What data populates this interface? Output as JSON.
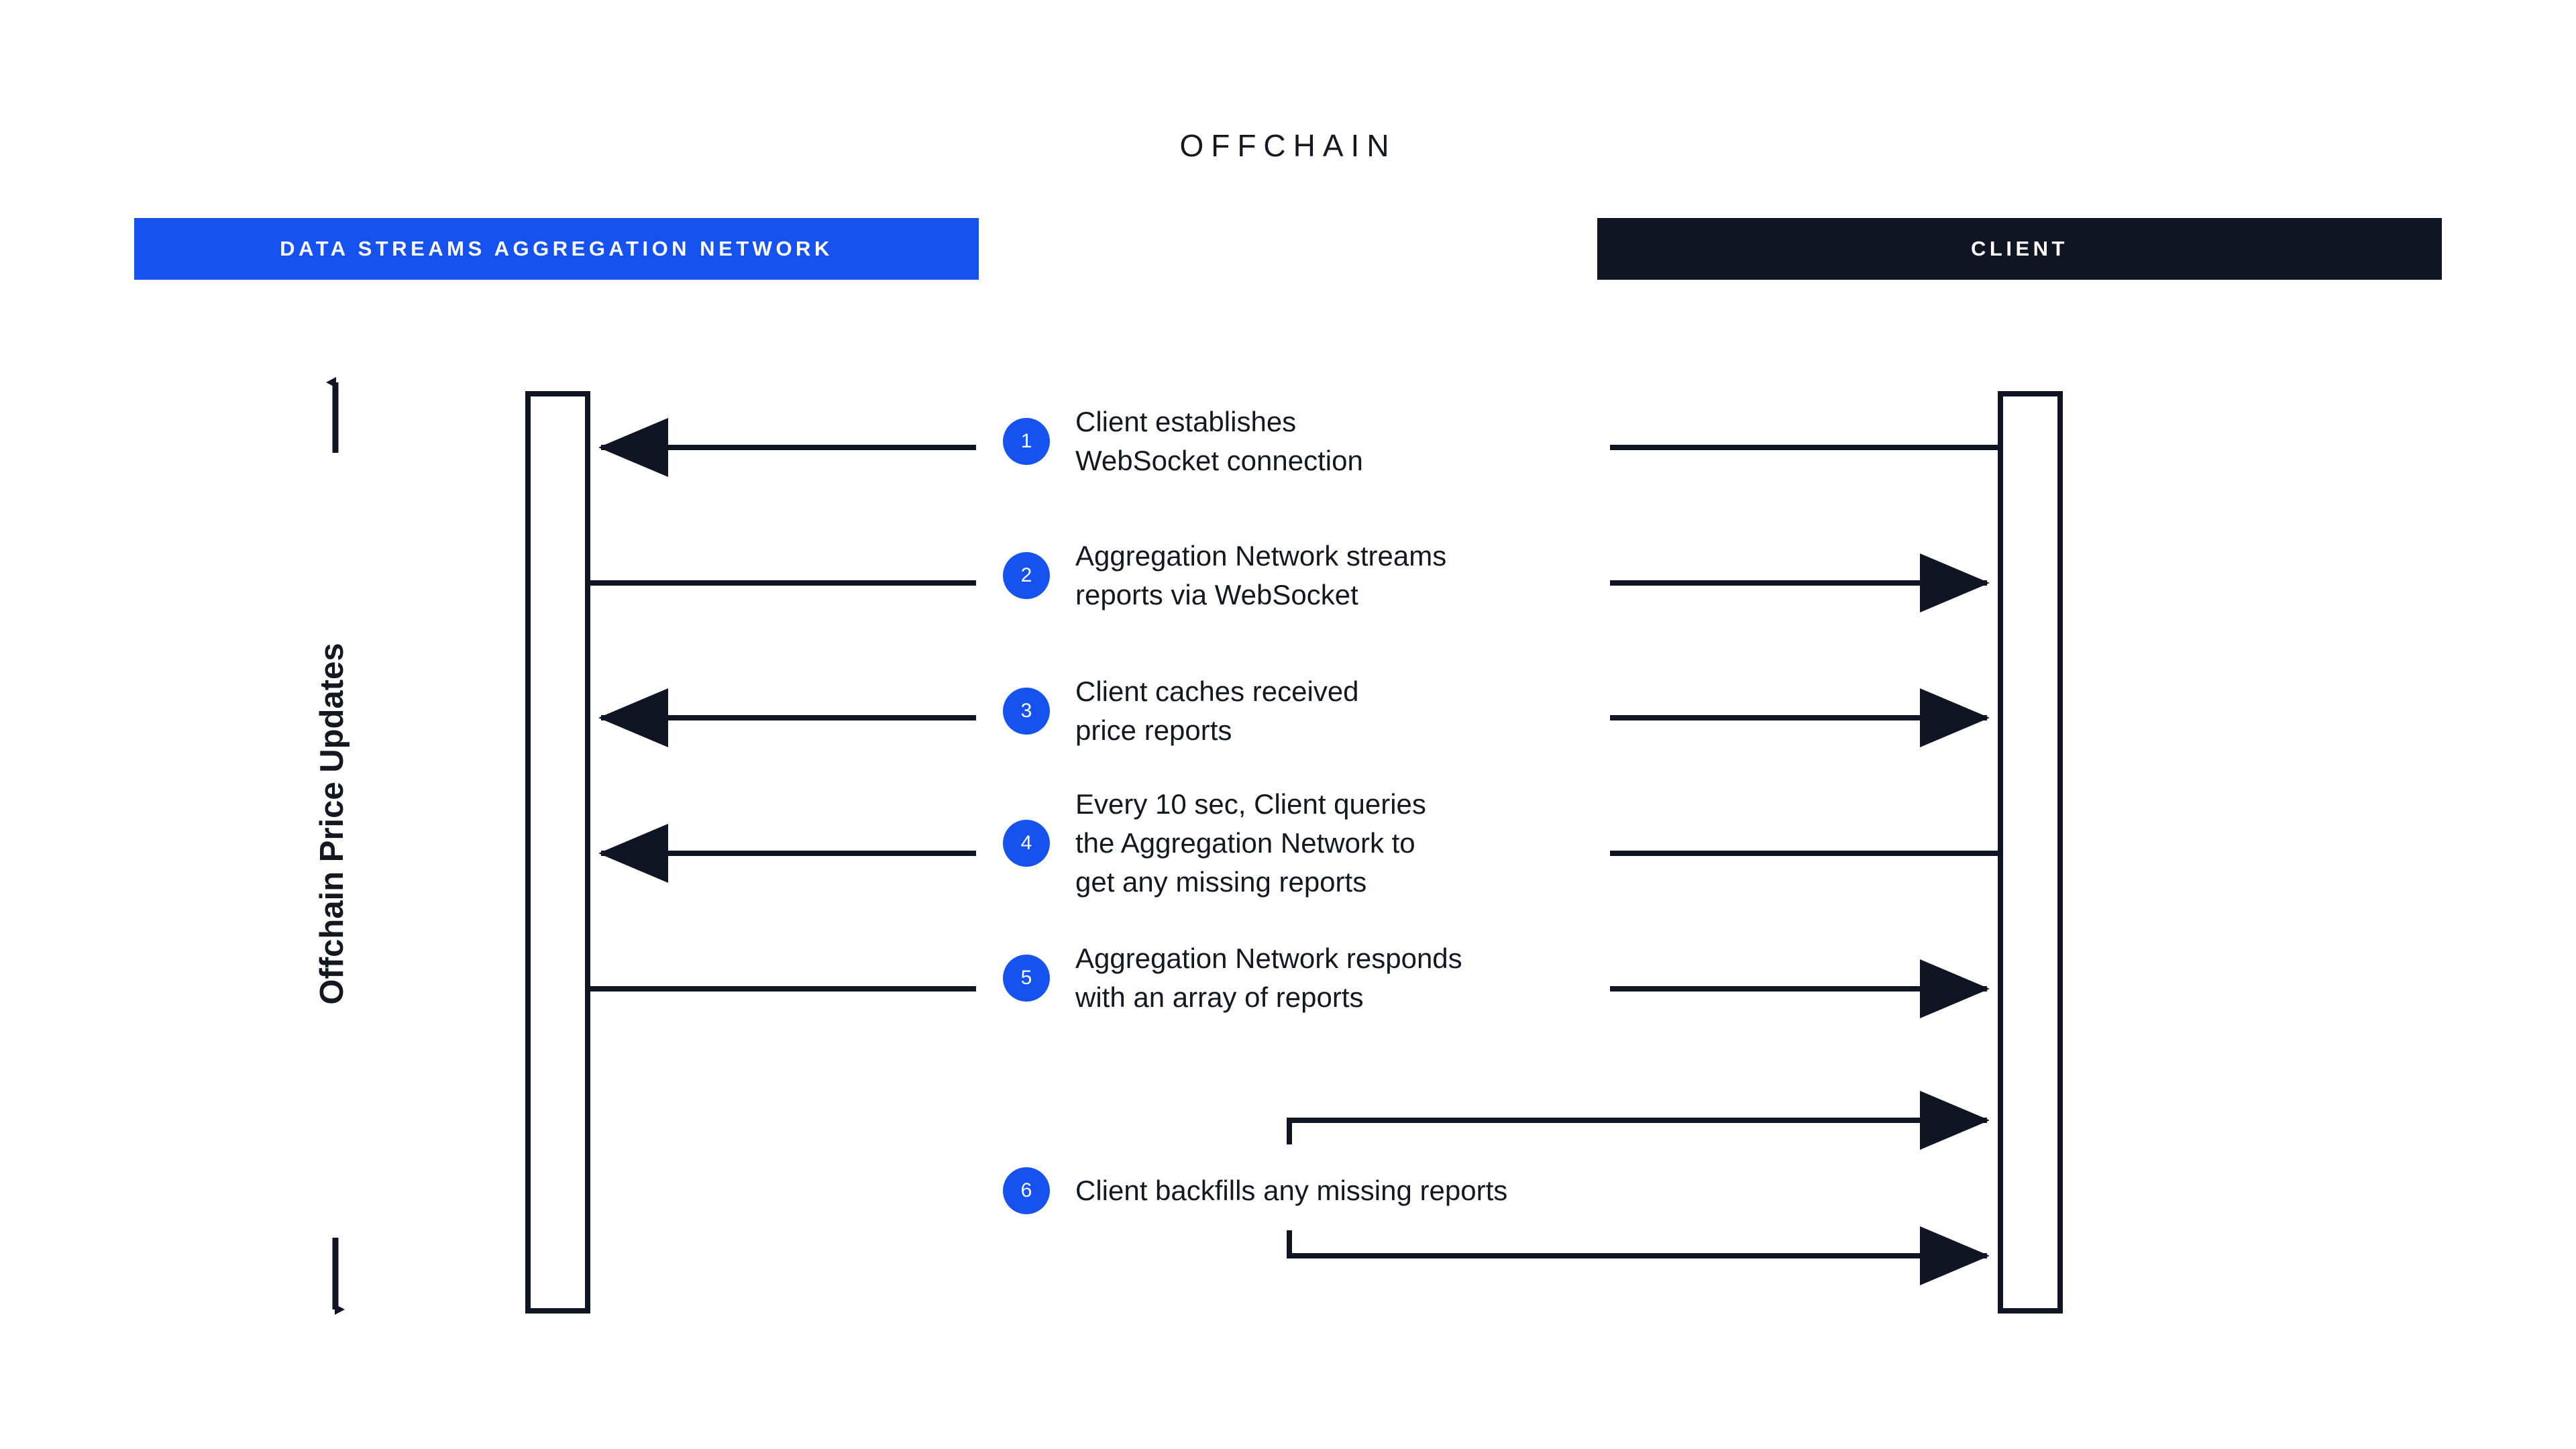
{
  "diagram": {
    "title": "OFFCHAIN",
    "axis_label": "Offchain Price Updates",
    "lanes": [
      {
        "id": "aggregation",
        "label": "DATA STREAMS AGGREGATION NETWORK",
        "color": "#1652F0"
      },
      {
        "id": "client",
        "label": "CLIENT",
        "color": "#101524"
      }
    ],
    "steps": [
      {
        "number": "1",
        "text": "Client establishes\nWebSocket connection"
      },
      {
        "number": "2",
        "text": "Aggregation Network streams\nreports via WebSocket"
      },
      {
        "number": "3",
        "text": "Client caches received\nprice reports"
      },
      {
        "number": "4",
        "text": "Every 10 sec, Client queries\nthe Aggregation Network to\nget any missing reports"
      },
      {
        "number": "5",
        "text": "Aggregation Network responds\nwith an array of reports"
      },
      {
        "number": "6",
        "text": "Client backfills any missing reports"
      }
    ],
    "colors": {
      "accent_blue": "#1652F0",
      "dark": "#101524",
      "text": "#141821",
      "background": "#ffffff"
    }
  }
}
